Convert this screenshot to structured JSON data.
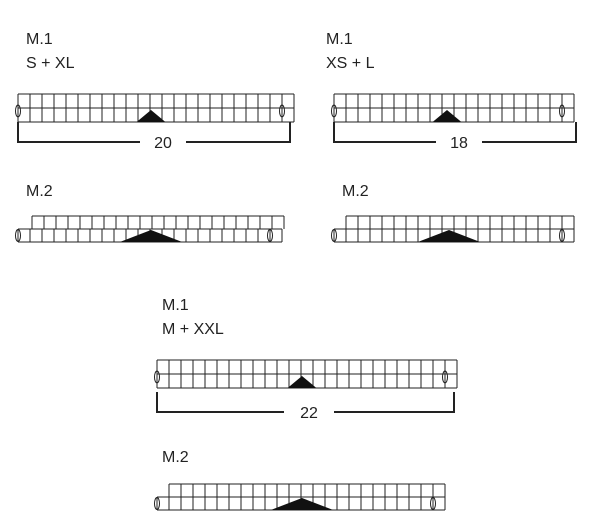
{
  "diagrams": [
    {
      "id": "m1-s-xl",
      "title": "M.1",
      "sizes": "S + XL",
      "measurement": "20",
      "panel": "m1"
    },
    {
      "id": "m1-xs-l",
      "title": "M.1",
      "sizes": "XS + L",
      "measurement": "18",
      "panel": "m1"
    },
    {
      "id": "m2-left",
      "title": "M.2",
      "panel": "m2"
    },
    {
      "id": "m2-right",
      "title": "M.2",
      "panel": "m2"
    },
    {
      "id": "m1-m-xxl",
      "title": "M.1",
      "sizes": "M + XXL",
      "measurement": "22",
      "panel": "m1"
    },
    {
      "id": "m2-bottom",
      "title": "M.2",
      "panel": "m2"
    }
  ],
  "colors": {
    "line": "#222222",
    "triangle": "#111111"
  }
}
